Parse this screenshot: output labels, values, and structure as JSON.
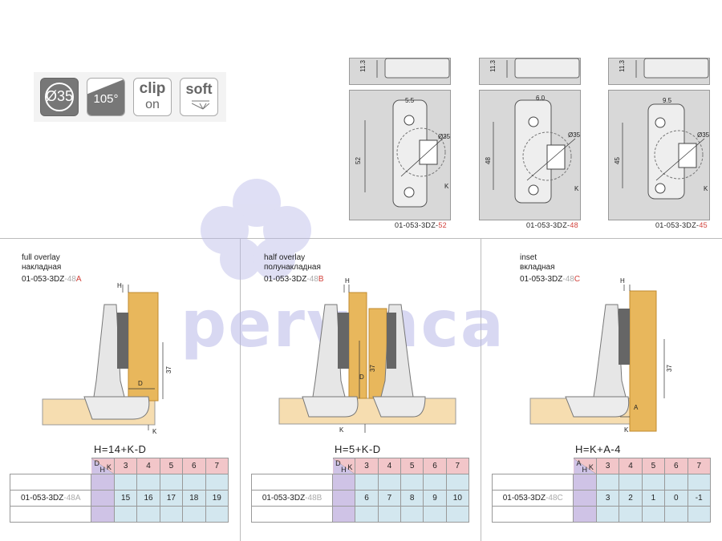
{
  "badges": {
    "cup": "Ø35",
    "angle": "105°",
    "clip_line1": "clip",
    "clip_line2": "on",
    "soft": "soft"
  },
  "top_diagrams": [
    {
      "dim_height": "11.3",
      "dim_offset": "5.5",
      "dim_spacing": "52",
      "dim_cup": "Ø35",
      "k": "K",
      "code": "01-053-3DZ-",
      "code_suffix": "52"
    },
    {
      "dim_height": "11.3",
      "dim_offset": "6.0",
      "dim_spacing": "48",
      "dim_cup": "Ø35",
      "k": "K",
      "code": "01-053-3DZ-",
      "code_suffix": "48"
    },
    {
      "dim_height": "11.3",
      "dim_offset": "9.5",
      "dim_spacing": "45",
      "dim_cup": "Ø35",
      "k": "K",
      "code": "01-053-3DZ-",
      "code_suffix": "45"
    }
  ],
  "watermark": "pervinca",
  "sections": [
    {
      "title_en": "full overlay",
      "title_ru": "накладная",
      "code": "01-053-3DZ",
      "code_gray": "-48",
      "code_red": "A",
      "dims": {
        "h": "H",
        "d": "D",
        "k": "K",
        "v": "37"
      },
      "formula": "H=14+K-D",
      "table": {
        "corner_top": "D",
        "corner_k": "K",
        "corner_bottom": "H",
        "k_values": [
          "3",
          "4",
          "5",
          "6",
          "7"
        ],
        "row_code": "01-053-3DZ",
        "row_code_gray": "-48A",
        "h_values": [
          "15",
          "16",
          "17",
          "18",
          "19"
        ]
      }
    },
    {
      "title_en": "half overlay",
      "title_ru": "полунакладная",
      "code": "01-053-3DZ",
      "code_gray": "-48",
      "code_red": "B",
      "dims": {
        "h": "H",
        "d": "D",
        "k": "K",
        "v": "37"
      },
      "formula": "H=5+K-D",
      "table": {
        "corner_top": "D",
        "corner_k": "K",
        "corner_bottom": "H",
        "k_values": [
          "3",
          "4",
          "5",
          "6",
          "7"
        ],
        "row_code": "01-053-3DZ",
        "row_code_gray": "-48B",
        "h_values": [
          "6",
          "7",
          "8",
          "9",
          "10"
        ]
      }
    },
    {
      "title_en": "inset",
      "title_ru": "вкладная",
      "code": "01-053-3DZ",
      "code_gray": "-48",
      "code_red": "C",
      "dims": {
        "h": "H",
        "a": "A",
        "k": "K",
        "v": "37"
      },
      "formula": "H=K+A-4",
      "table": {
        "corner_top": "A",
        "corner_k": "K",
        "corner_bottom": "H",
        "k_values": [
          "3",
          "4",
          "5",
          "6",
          "7"
        ],
        "row_code": "01-053-3DZ",
        "row_code_gray": "-48C",
        "h_values": [
          "3",
          "2",
          "1",
          "0",
          "-1"
        ]
      }
    }
  ],
  "colors": {
    "door_wood": "#e8b75c",
    "cabinet_wood": "#f6ddb0",
    "k_header": "#f2c6c9",
    "h_values": "#d3e7ef",
    "h_column": "#cfc3e6",
    "code_red": "#d2403a"
  }
}
